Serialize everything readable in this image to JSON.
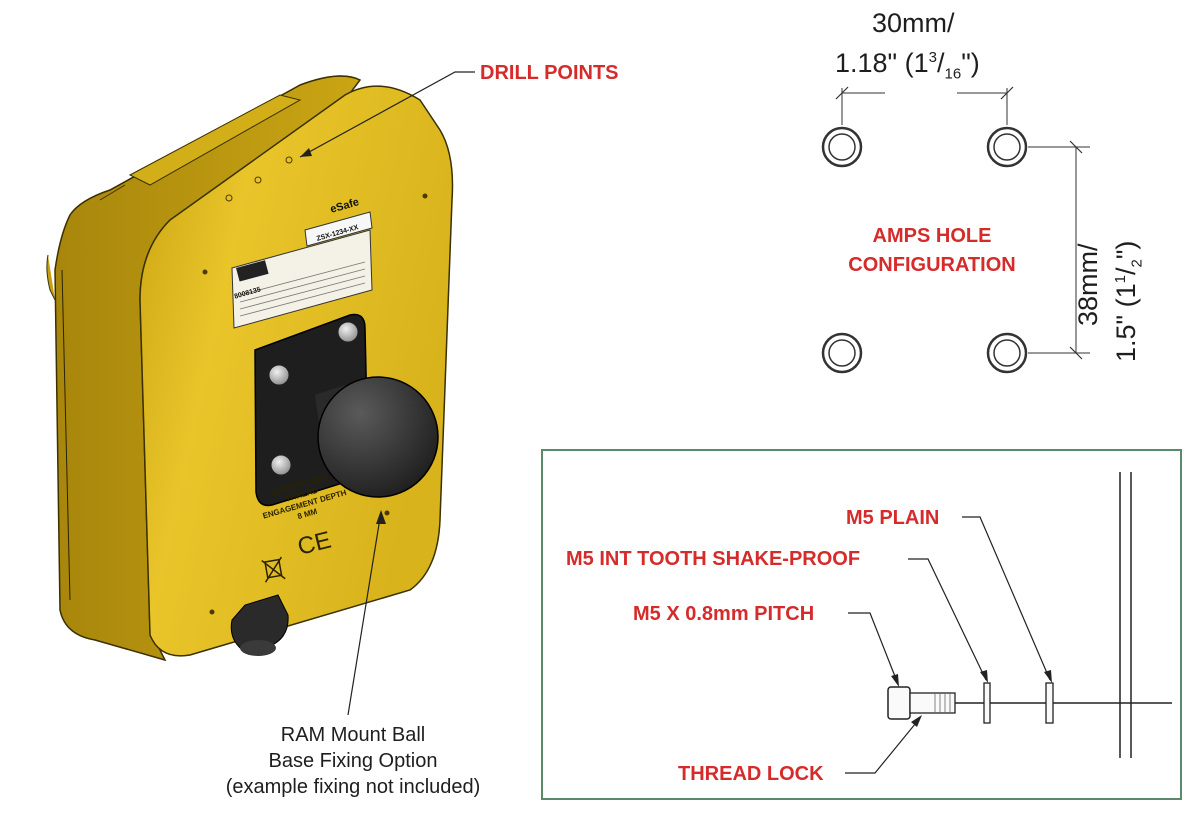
{
  "device": {
    "brand_label": "eSafe",
    "serial_label": "ZSX-1234-XX",
    "barcode_text": "8008135",
    "warning_lines": [
      "WARNING MAX",
      "THREAD",
      "ENGAGEMENT DEPTH",
      "8 MM"
    ],
    "ce_mark": "CE"
  },
  "labels": {
    "drill_points": "DRILL POINTS",
    "ram_caption_1": "RAM Mount Ball",
    "ram_caption_2": "Base Fixing Option",
    "ram_caption_3": "(example fixing not included)",
    "amps_1": "AMPS HOLE",
    "amps_2": "CONFIGURATION"
  },
  "dimensions": {
    "horizontal_1": "30mm/",
    "horizontal_2_pre": "1.18\" (1",
    "horizontal_2_sup": "3",
    "horizontal_2_slash": "/",
    "horizontal_2_sub": "16",
    "horizontal_2_post": "\")",
    "vertical_1": "38mm/",
    "vertical_2_pre": "1.5\" (1",
    "vertical_2_sup": "1",
    "vertical_2_slash": "/",
    "vertical_2_sub": "2",
    "vertical_2_post": "\")"
  },
  "fixing_detail": {
    "m5_plain": "M5 PLAIN",
    "m5_int_tooth": "M5 INT TOOTH SHAKE-PROOF",
    "m5_pitch": "M5 X 0.8mm PITCH",
    "thread_lock": "THREAD LOCK"
  },
  "colors": {
    "label_red": "#d52b2b",
    "device_yellow": "#e6c21b",
    "panel_border": "#5a8a6a"
  }
}
